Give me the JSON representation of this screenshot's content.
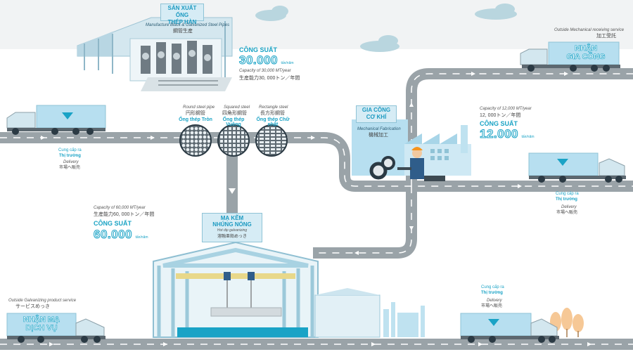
{
  "colors": {
    "road": "#9aa3a8",
    "road_line": "#ffffff",
    "accent": "#1aa3c6",
    "steel": "#b7dff0",
    "dark": "#2b3a44",
    "orange": "#f7941d"
  },
  "factory": {
    "title_l1": "SẢN XUẤT ỐNG",
    "title_l2": "THÉP HÀN",
    "subtitle_en": "Manufacture Black & Galvanized Steel Pipes",
    "subtitle_jp": "鋼管生産",
    "capacity_label": "CÔNG SUẤT",
    "capacity_value": "30.000",
    "capacity_unit": "tấn/năm",
    "capacity_en": "Capacity of 30,000 MT/year",
    "capacity_jp": "生産能力30, 000トン／年間"
  },
  "pipes": [
    {
      "en": "Round steel pipe",
      "jp": "円形鋼管",
      "vn": "Ống thép Tròn",
      "icon": "round-pipe-icon"
    },
    {
      "en": "Squared steel",
      "jp": "四角形鋼管",
      "vn": "Ống thép Vuông",
      "icon": "square-pipe-icon"
    },
    {
      "en": "Rectangle steel",
      "jp": "長方形鋼管",
      "vn": "Ống thép Chữ nhật",
      "icon": "rectangle-pipe-icon"
    }
  ],
  "mechanical": {
    "title_l1": "GIA CÔNG",
    "title_l2": "CƠ KHÍ",
    "en": "Mechanical Fabrication",
    "jp": "機械加工",
    "capacity_en": "Capacity of 12,000 MT/year",
    "capacity_jp": "12, 000トン／年間",
    "capacity_label": "CÔNG SUẤT",
    "capacity_value": "12.000",
    "capacity_unit": "tấn/năm"
  },
  "outside_mech": {
    "en": "Outside Mechanical receiving service",
    "jp": "加工受託",
    "truck_l1": "NHẬN",
    "truck_l2": "GIA CÔNG"
  },
  "galvanizing": {
    "title_l1": "MẠ KẼM",
    "title_l2": "NHÚNG NÓNG",
    "en": "Hot dip galvanizing",
    "jp": "溶融亜鉛めっき",
    "capacity_en": "Capacity of 60,000 MT/year",
    "capacity_jp": "生産能力60, 000トン／年間",
    "capacity_label": "CÔNG SUẤT",
    "capacity_value": "60.000",
    "capacity_unit": "tấn/năm"
  },
  "outside_galv": {
    "en": "Outside Galvanizing product service",
    "jp": "サービスめっき",
    "truck_l1": "NHẬN MẠ",
    "truck_l2": "DỊCH VỤ"
  },
  "delivery": {
    "line1": "Cung cấp ra",
    "line2": "Thị trường",
    "en": "Delivery",
    "jp": "市場へ販売"
  }
}
